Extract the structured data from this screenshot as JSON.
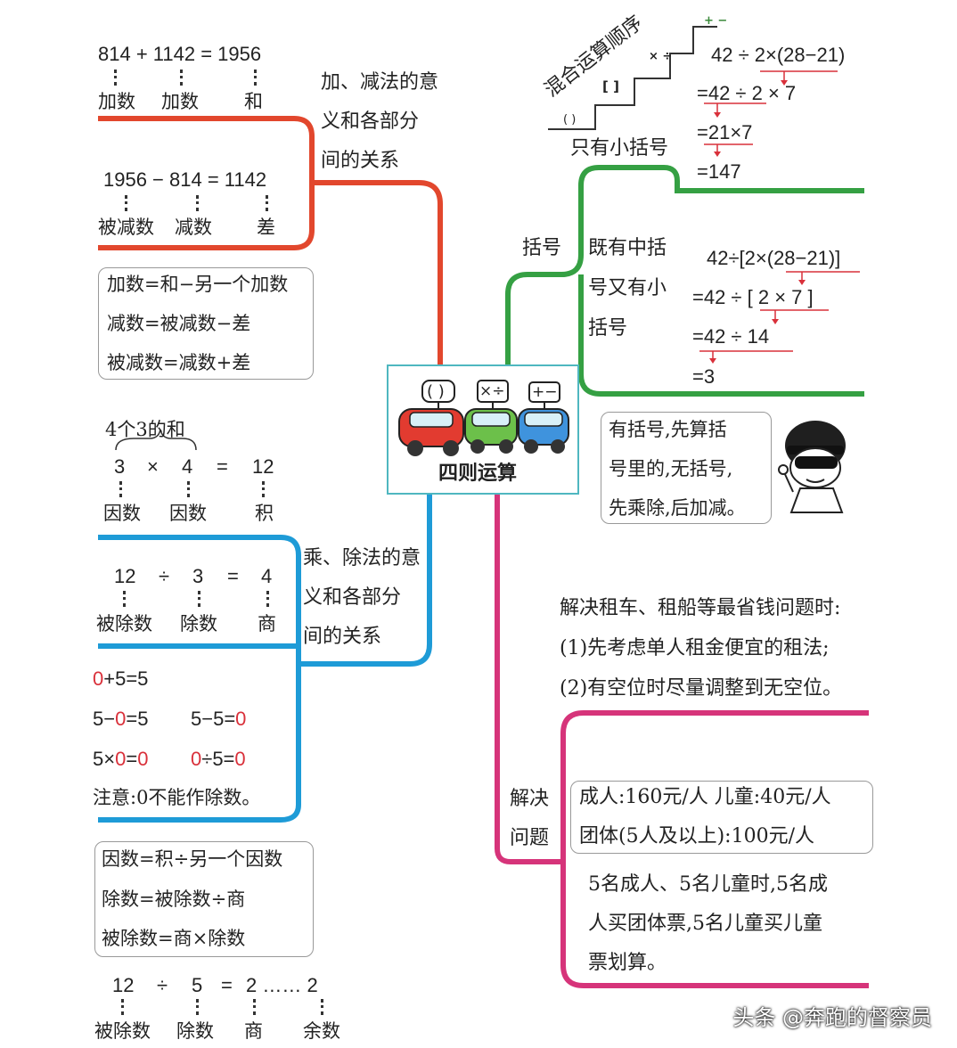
{
  "center": {
    "title": "四则运算",
    "car_signs": [
      "( )",
      "×÷",
      "+−"
    ]
  },
  "add_sub": {
    "branch_label": [
      "加、减法的意",
      "义和各部分",
      "间的关系"
    ],
    "eq1": {
      "a": "814 + 1142 = 1956",
      "labels": [
        "加数",
        "加数",
        "和"
      ]
    },
    "eq2": {
      "a": "1956 − 814  = 1142",
      "labels": [
        "被减数",
        "减数",
        "差"
      ]
    },
    "rules": [
      "加数=和−另一个加数",
      "减数=被减数−差",
      "被减数=减数+差"
    ]
  },
  "mul_div": {
    "branch_label": [
      "乘、除法的意",
      "义和各部分",
      "间的关系"
    ],
    "note": "4个3的和",
    "eq1": {
      "parts": [
        "3",
        "×",
        "4",
        "=",
        "12"
      ],
      "labels": [
        "因数",
        "因数",
        "积"
      ]
    },
    "eq2": {
      "parts": [
        "12",
        "÷",
        "3",
        "=",
        "4"
      ],
      "labels": [
        "被除数",
        "除数",
        "商"
      ]
    },
    "zero": {
      "r1a": "0",
      "r1b": "+5=5",
      "r2a": "5−",
      "r2b": "0",
      "r2c": "=5",
      "r2d": "5−5=",
      "r2e": "0",
      "r3a": "5×",
      "r3b": "0",
      "r3c": "=",
      "r3d": "0",
      "r3e": "0",
      "r3f": "÷5=",
      "r3g": "0",
      "note": "注意:0不能作除数。"
    },
    "rules": [
      "因数=积÷另一个因数",
      "除数=被除数÷商",
      "被除数=商×除数"
    ],
    "eq3": {
      "parts": [
        "12",
        "÷",
        "5",
        "=",
        "2 …… 2"
      ],
      "labels": [
        "被除数",
        "除数",
        "商",
        "余数"
      ]
    }
  },
  "brackets": {
    "order_title": "混合运算顺序",
    "stairs": [
      "( )",
      "[ ]",
      "× ÷",
      "+ −"
    ],
    "branch_label": "括号",
    "only_small": {
      "label": "只有小括号",
      "steps": [
        "42 ÷ 2×(28−21)",
        "=42 ÷ 2 × 7",
        "=21×7",
        "=147"
      ]
    },
    "mid_small": {
      "label": [
        "既有中括",
        "号又有小",
        "括号"
      ],
      "steps": [
        "42÷[2×(28−21)]",
        "=42 ÷ [ 2 × 7 ]",
        "=42  ÷  14",
        "=3"
      ]
    },
    "tip": [
      "有括号,先算括",
      "号里的,无括号,",
      "先乘除,后加减。"
    ]
  },
  "solve": {
    "branch_label": [
      "解决",
      "问题"
    ],
    "intro": [
      "解决租车、租船等最省钱问题时:",
      "(1)先考虑单人租金便宜的租法;",
      "(2)有空位时尽量调整到无空位。"
    ],
    "prices": [
      "成人:160元/人  儿童:40元/人",
      "团体(5人及以上):100元/人"
    ],
    "answer": [
      "5名成人、5名儿童时,5名成",
      "人买团体票,5名儿童买儿童",
      "票划算。"
    ]
  },
  "watermark": "头条 @奔跑的督察员",
  "colors": {
    "red": "#e2472d",
    "green": "#35a043",
    "blue": "#1e9bd7",
    "pink": "#d6347a"
  }
}
